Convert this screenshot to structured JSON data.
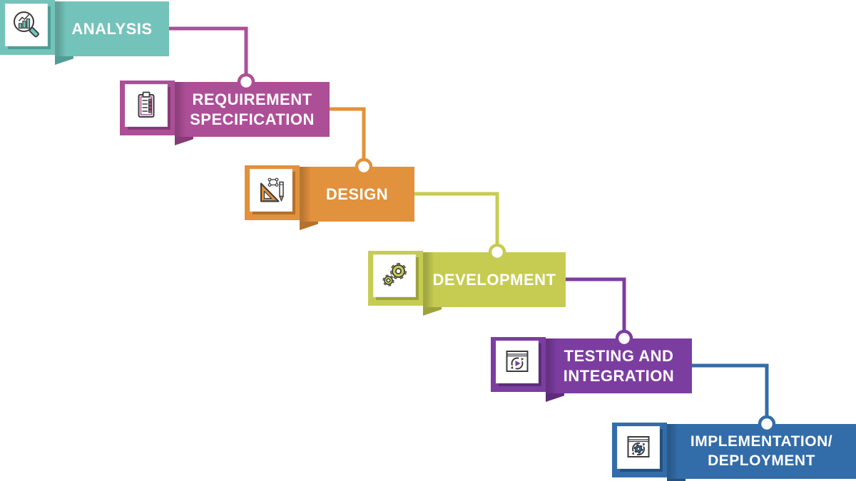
{
  "diagram": {
    "type": "waterfall-process",
    "background_color": "#ffffff",
    "text_color": "#ffffff",
    "icon_outline_color": "#3b3b3b",
    "stages": [
      {
        "label": "ANALYSIS",
        "color": "#74c3ba",
        "fold_color": "#4f9e96",
        "icon": "magnifier-chart-icon"
      },
      {
        "label": "REQUIREMENT\nSPECIFICATION",
        "color": "#ad4f97",
        "fold_color": "#853c76",
        "icon": "clipboard-checklist-icon"
      },
      {
        "label": "DESIGN",
        "color": "#e2913c",
        "fold_color": "#b5702a",
        "icon": "triangle-ruler-pencil-icon"
      },
      {
        "label": "DEVELOPMENT",
        "color": "#c6cc52",
        "fold_color": "#9da33c",
        "icon": "gears-icon"
      },
      {
        "label": "TESTING AND\nINTEGRATION",
        "color": "#7c3da0",
        "fold_color": "#5d2c7b",
        "icon": "test-run-window-icon"
      },
      {
        "label": "IMPLEMENTATION/\nDEPLOYMENT",
        "color": "#336da9",
        "fold_color": "#24517f",
        "icon": "deploy-gear-window-icon"
      }
    ],
    "connectors": [
      {
        "from": "ANALYSIS",
        "to": "REQUIREMENT SPECIFICATION",
        "color": "#ad4f97",
        "node": "white circle with colored ring"
      },
      {
        "from": "REQUIREMENT SPECIFICATION",
        "to": "DESIGN",
        "color": "#e2913c",
        "node": "white circle with colored ring"
      },
      {
        "from": "DESIGN",
        "to": "DEVELOPMENT",
        "color": "#c6cc52",
        "node": "white circle with colored ring"
      },
      {
        "from": "DEVELOPMENT",
        "to": "TESTING AND INTEGRATION",
        "color": "#7c3da0",
        "node": "white circle with colored ring"
      },
      {
        "from": "TESTING AND INTEGRATION",
        "to": "IMPLEMENTATION/DEPLOYMENT",
        "color": "#336da9",
        "node": "white circle with colored ring"
      }
    ]
  }
}
